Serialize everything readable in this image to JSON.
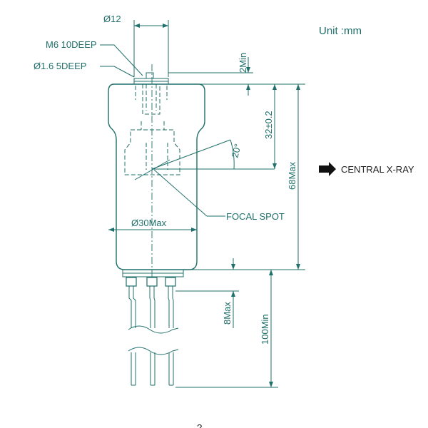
{
  "unit_label": "Unit :mm",
  "labels": {
    "thread": "M6 10DEEP",
    "hole": "Ø1.6 5DEEP",
    "diameter_top": "Ø12",
    "diameter_body": "Ø30Max",
    "focal_spot": "FOCAL SPOT",
    "central_xray": "CENTRAL X-RAY",
    "angle": "20°"
  },
  "dimensions": {
    "top_gap": "2Min",
    "focal_height": "32±0.2",
    "overall_height": "68Max",
    "base_height": "8Max",
    "lead_length": "100Min"
  },
  "footer_fragment": "?"
}
